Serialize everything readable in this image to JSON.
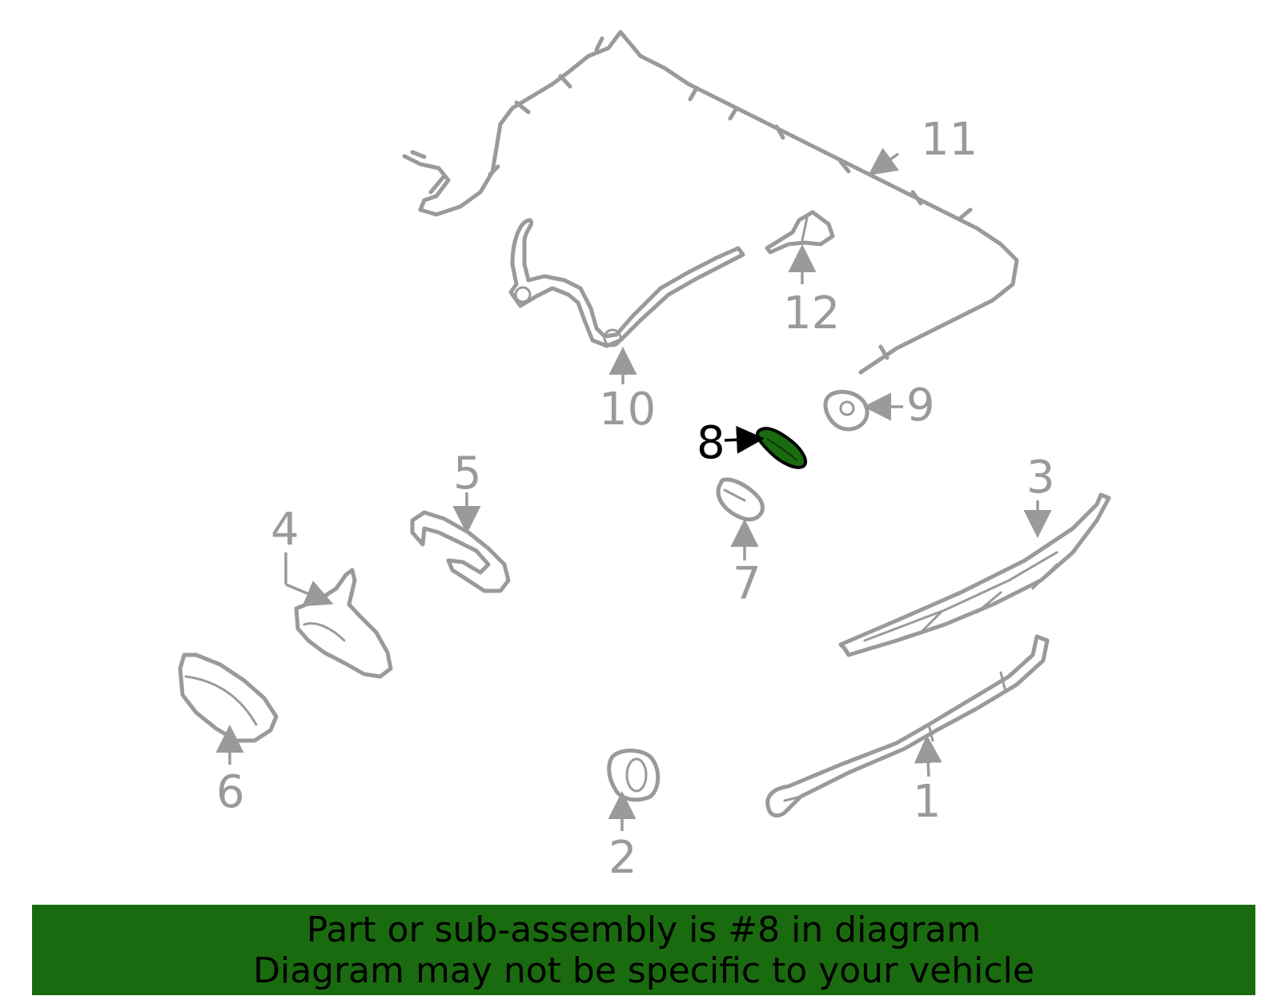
{
  "callouts": {
    "c1": "1",
    "c2": "2",
    "c3": "3",
    "c4": "4",
    "c5": "5",
    "c6": "6",
    "c7": "7",
    "c8": "8",
    "c9": "9",
    "c10": "10",
    "c11": "11",
    "c12": "12"
  },
  "highlighted_part": "8",
  "colors": {
    "highlight": "#1a6b0f",
    "part_outline": "#9a9a9a",
    "banner_bg": "#1a6b0f"
  },
  "banner": {
    "line1": "Part or sub-assembly is #8 in diagram",
    "line2": "Diagram may not be specific to your vehicle"
  }
}
